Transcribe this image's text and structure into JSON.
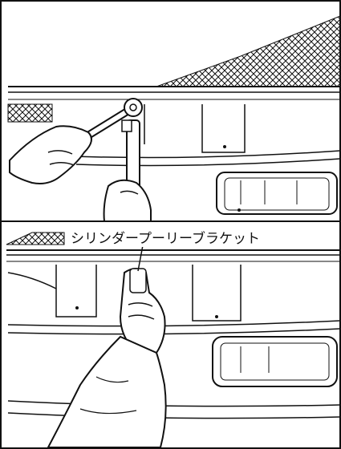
{
  "panels": [
    {
      "id": "top",
      "description_label": ""
    },
    {
      "id": "bottom",
      "callout": "シリンダープーリーブラケット"
    }
  ]
}
